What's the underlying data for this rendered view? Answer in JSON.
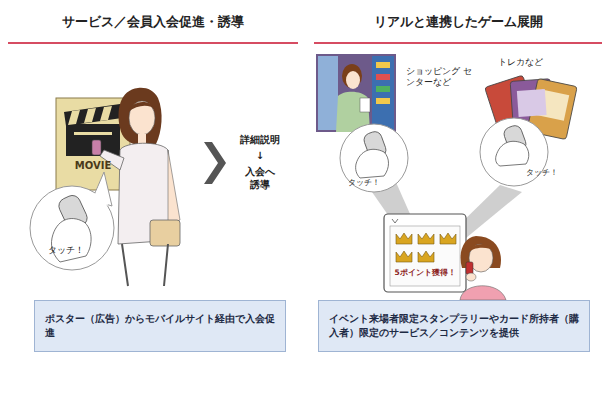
{
  "diagram": {
    "nodes": [
      {
        "text": [
          "ポスター（広告）からモバイルサイト経由で入会促進"
        ]
      },
      {
        "text": [
          "イベント来場者限定スタンプラリーやカード所持者（購入者）限定のサービス／コンテンツを提供"
        ]
      }
    ],
    "labels": [
      "サービス／会員入会促進・誘導",
      "リアルと連携したゲーム展開",
      "MOVIE",
      "タッチ！",
      "詳細説明",
      "↓",
      "入会へ 誘導",
      "ショッピング センターなど",
      "トレカなど",
      "タッチ！",
      "タッチ！",
      "5ポイント獲得！"
    ]
  }
}
